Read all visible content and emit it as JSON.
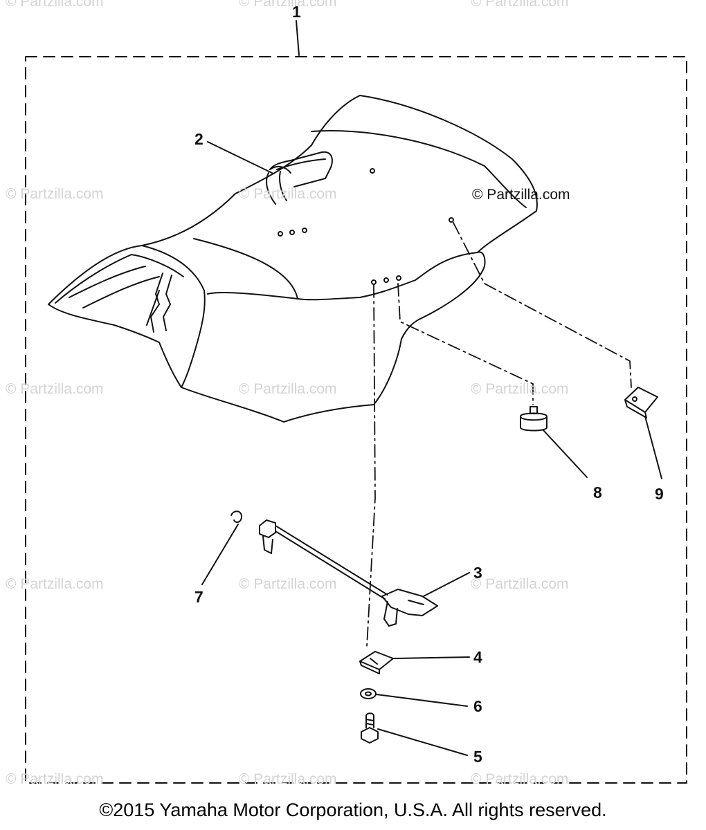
{
  "diagram": {
    "callouts": [
      {
        "id": "1",
        "text": "1"
      },
      {
        "id": "2",
        "text": "2"
      },
      {
        "id": "3",
        "text": "3"
      },
      {
        "id": "4",
        "text": "4"
      },
      {
        "id": "5",
        "text": "5"
      },
      {
        "id": "6",
        "text": "6"
      },
      {
        "id": "7",
        "text": "7"
      },
      {
        "id": "8",
        "text": "8"
      },
      {
        "id": "9",
        "text": "9"
      }
    ]
  },
  "watermark": {
    "text": "© Partzilla.com"
  },
  "footer": {
    "copyright": "©2015  Yamaha Motor Corporation, U.S.A. All rights reserved."
  }
}
